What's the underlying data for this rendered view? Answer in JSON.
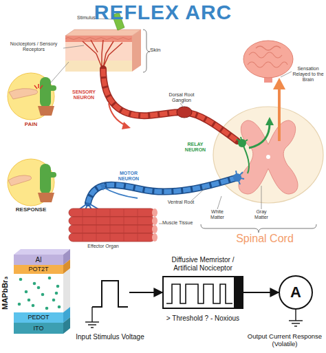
{
  "diagram": {
    "title": "REFLEX ARC",
    "nodes": [
      {
        "text": [
          "Al"
        ]
      },
      {
        "text": [
          "POT2T"
        ]
      },
      {
        "text": [
          "MAPbBr₃"
        ]
      },
      {
        "text": [
          "PEDOT"
        ]
      },
      {
        "text": [
          "ITO"
        ]
      },
      {
        "text": [
          "Input Stimulus Voltage"
        ]
      },
      {
        "text": [
          "Diffusive Memristor / Artificial Nociceptor",
          "> Threshold ? - Noxious"
        ]
      },
      {
        "text": [
          "A",
          "Output Current Response (Volatile)"
        ]
      }
    ],
    "edges": [
      {
        "from": 5,
        "to": 6,
        "arrow": "to"
      },
      {
        "from": 6,
        "to": 7,
        "arrow": "to"
      }
    ],
    "labels": [
      "Stimulus",
      "Nociceptors / Sensory Receptors",
      "Skin",
      "Dorsal Root Ganglion",
      "Sensation Relayed to the Brain",
      "PAIN",
      "SENSORY NEURON",
      "RELAY NEURON",
      "RESPONSE",
      "MOTOR NEURON",
      "Ventral Root",
      "Muscle Tissue",
      "White Matter",
      "Gray Matter",
      "Effector Organ",
      "Spinal Cord"
    ]
  }
}
